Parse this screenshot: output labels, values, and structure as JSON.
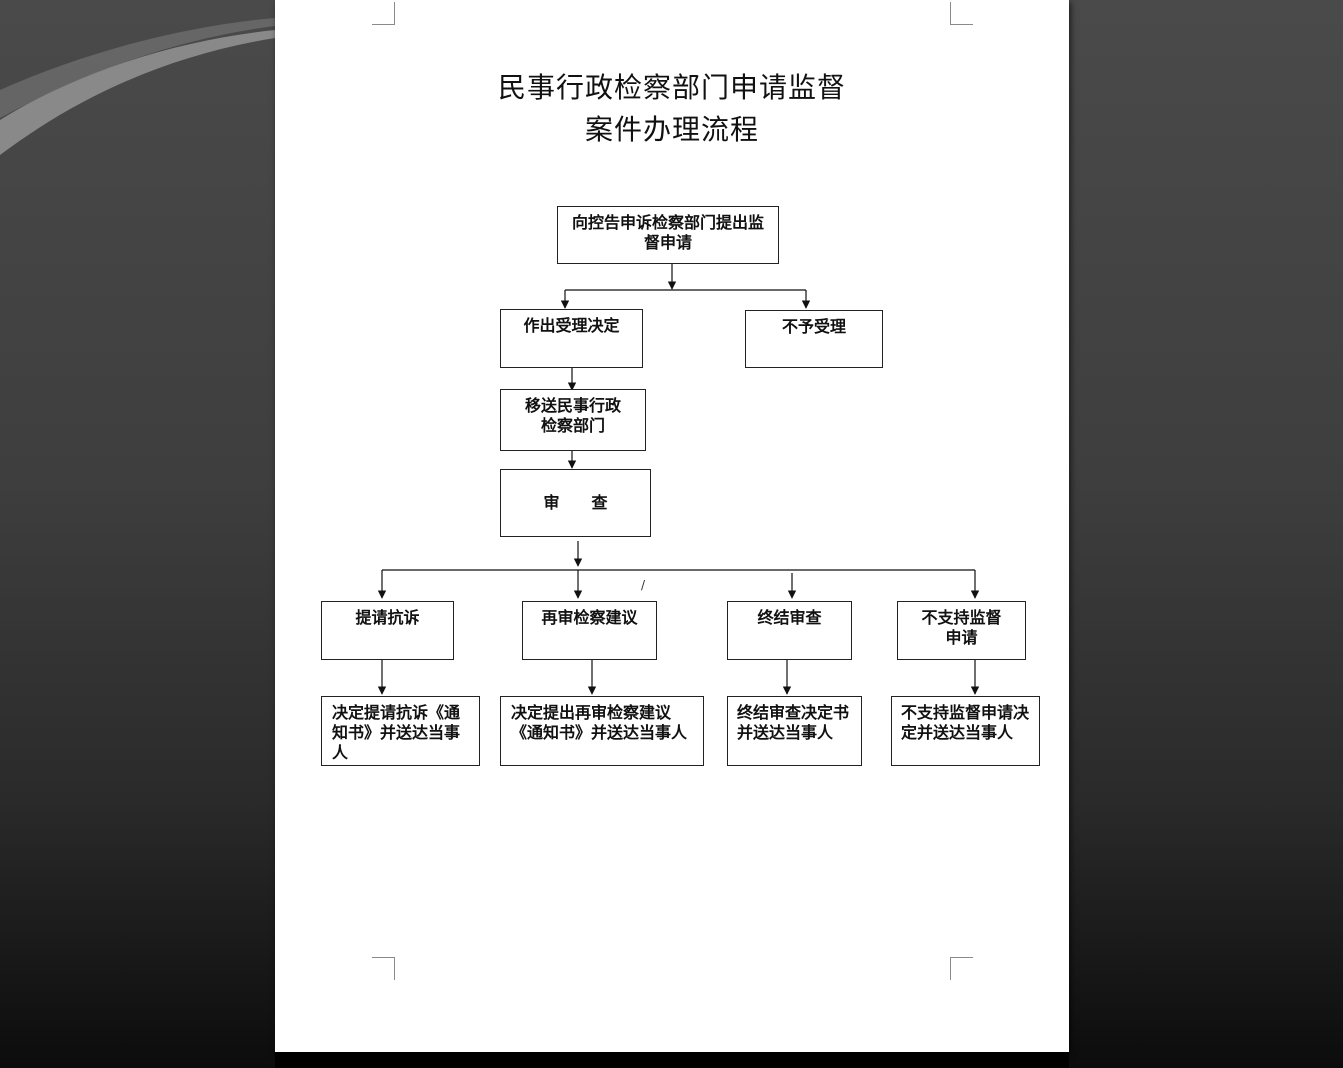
{
  "document": {
    "title_line1": "民事行政检察部门申请监督",
    "title_line2": "案件办理流程"
  },
  "flowchart": {
    "nodes": {
      "apply": "向控告申诉检察部门提出监督申请",
      "accept": "作出受理决定",
      "reject": "不予受理",
      "transfer": "移送民事行政检察部门",
      "review": "审　　查",
      "protest": "提请抗诉",
      "retrial": "再审检察建议",
      "terminate": "终结审查",
      "not_support": "不支持监督申请",
      "protest_result": "决定提请抗诉《通知书》并送达当事人",
      "retrial_result": "决定提出再审检察建议《通知书》并送达当事人",
      "terminate_result": "终结审查决定书并送达当事人",
      "not_support_result": "不支持监督申请决定并送达当事人"
    },
    "edges": [
      [
        "apply",
        "accept"
      ],
      [
        "apply",
        "reject"
      ],
      [
        "accept",
        "transfer"
      ],
      [
        "transfer",
        "review"
      ],
      [
        "review",
        "protest"
      ],
      [
        "review",
        "retrial"
      ],
      [
        "review",
        "terminate"
      ],
      [
        "review",
        "not_support"
      ],
      [
        "protest",
        "protest_result"
      ],
      [
        "retrial",
        "retrial_result"
      ],
      [
        "terminate",
        "terminate_result"
      ],
      [
        "not_support",
        "not_support_result"
      ]
    ],
    "stray_mark": "/"
  }
}
